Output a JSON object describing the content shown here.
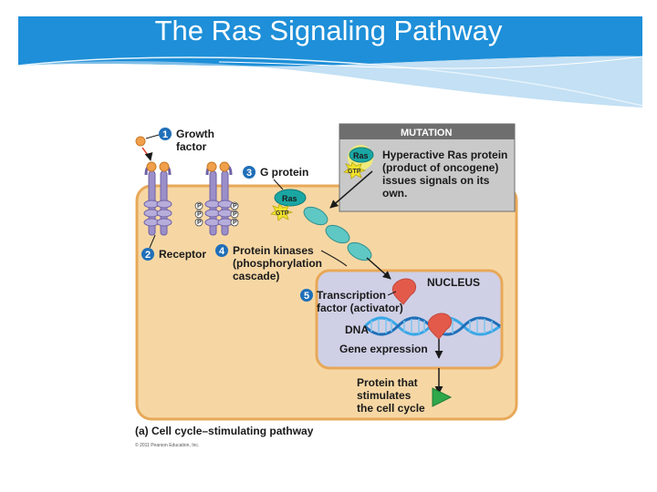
{
  "slide": {
    "title": "The Ras Signaling Pathway"
  },
  "colors": {
    "banner": "#1e8fd8",
    "cell": "#f6d7a4",
    "cell_border": "#e8a858",
    "nucleus": "#cfd0e6",
    "mutation_box": "#c9c9c9",
    "mutation_header": "#6e6e6e",
    "badge": "#1f6fb8",
    "ras": "#1aa6a3",
    "gtp": "#f2e22c",
    "receptor": "#9b8fc9",
    "growth_factor": "#f0a04a",
    "gene_product": "#2ea84a"
  },
  "figure": {
    "steps": [
      {
        "num": "1",
        "line1": "Growth",
        "line2": "factor"
      },
      {
        "num": "2",
        "line1": "Receptor"
      },
      {
        "num": "3",
        "line1": "G protein"
      },
      {
        "num": "4",
        "line1": "Protein kinases",
        "line2": "(phosphorylation",
        "line3": "cascade)"
      },
      {
        "num": "5",
        "line1": "Transcription",
        "line2": "factor (activator)"
      }
    ],
    "mutation": {
      "header": "MUTATION",
      "line1": "Hyperactive Ras protein",
      "line2": "(product of oncogene)",
      "line3": "issues signals on its",
      "line4": "own."
    },
    "ras_label": "Ras",
    "gtp_label": "GTP",
    "p_label": "P",
    "nucleus_label": "NUCLEUS",
    "dna_label": "DNA",
    "gene_expression": "Gene expression",
    "protein": {
      "line1": "Protein that",
      "line2": "stimulates",
      "line3": "the cell cycle"
    },
    "caption": "(a) Cell cycle–stimulating pathway",
    "copyright": "© 2011 Pearson Education, Inc."
  }
}
